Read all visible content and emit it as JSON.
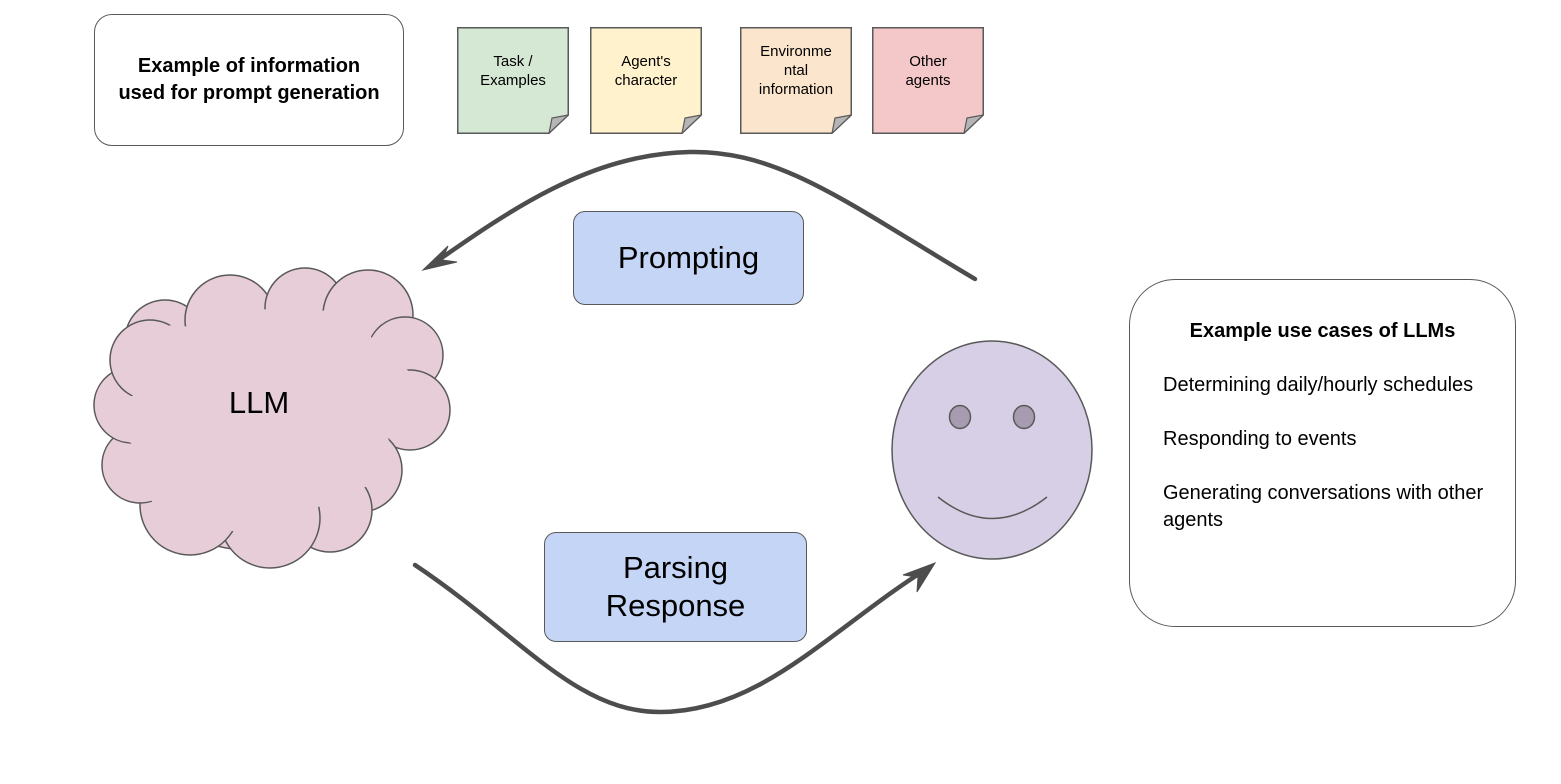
{
  "legend": {
    "title": "Example of information used for prompt generation"
  },
  "notes": [
    {
      "lines": [
        "Task /",
        "Examples"
      ],
      "color": "#d5e8d4"
    },
    {
      "lines": [
        "Agent's",
        "character"
      ],
      "color": "#fff2cc"
    },
    {
      "lines": [
        "Environme",
        "ntal",
        "information"
      ],
      "color": "#fce5cd"
    },
    {
      "lines": [
        "Other",
        "agents"
      ],
      "color": "#f4c7c9"
    }
  ],
  "flow": {
    "prompting_label": "Prompting",
    "parsing_label": "Parsing Response",
    "llm_label": "LLM",
    "process_color": "#c5d5f5",
    "llm_color": "#e7cdd8",
    "agent_color": "#d7cfe6",
    "arrow_color": "#4d4d4d"
  },
  "use_cases": {
    "title": "Example use cases of LLMs",
    "items": [
      "Determining daily/hourly schedules",
      "Responding to events",
      "Generating conversations with other agents"
    ]
  },
  "icons": {
    "llm": "cloud-icon",
    "agent": "smiley-face-icon"
  }
}
